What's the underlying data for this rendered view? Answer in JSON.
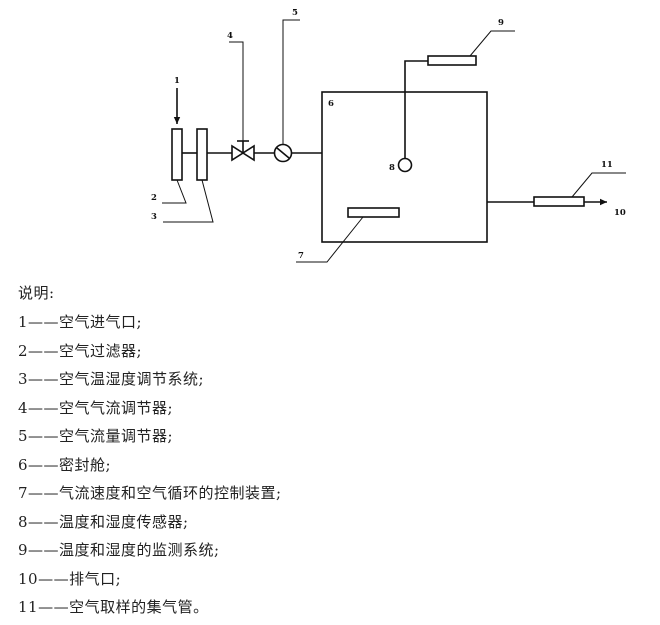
{
  "diagram": {
    "labels": {
      "l1": "1",
      "l2": "2",
      "l3": "3",
      "l4": "4",
      "l5": "5",
      "l6": "6",
      "l7": "7",
      "l8": "8",
      "l9": "9",
      "l10": "10",
      "l11": "11"
    }
  },
  "legend": {
    "title": "说明:",
    "items": [
      "1——空气进气口;",
      "2——空气过滤器;",
      "3——空气温湿度调节系统;",
      "4——空气气流调节器;",
      "5——空气流量调节器;",
      "6——密封舱;",
      "7——气流速度和空气循环的控制装置;",
      "8——温度和湿度传感器;",
      "9——温度和湿度的监测系统;",
      "10——排气口;",
      "11——空气取样的集气管。"
    ]
  }
}
